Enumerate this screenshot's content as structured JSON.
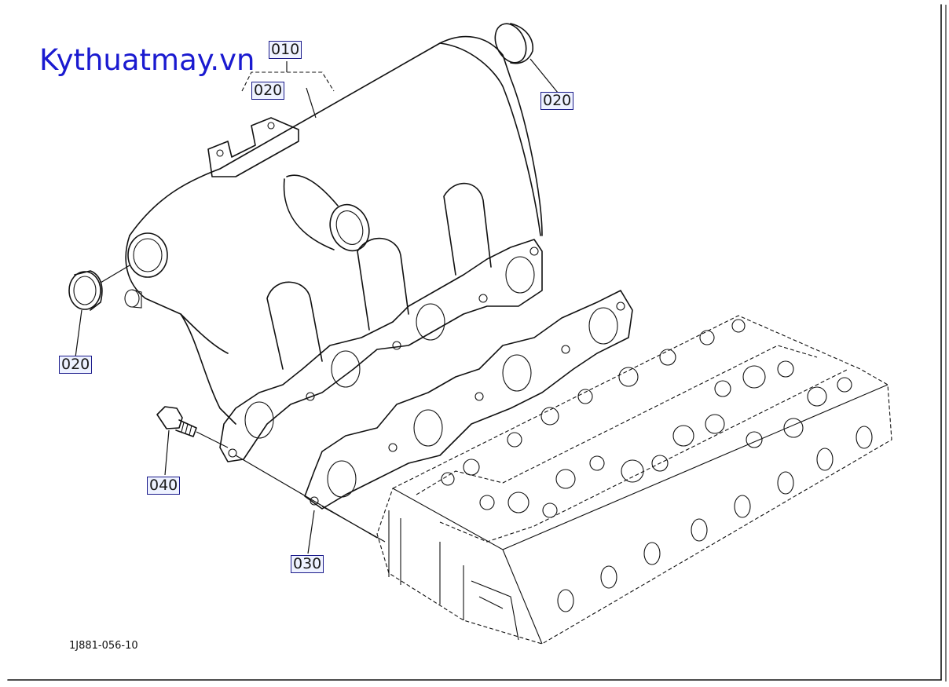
{
  "brand": {
    "text": "Kythuatmay.vn",
    "color": "#1a1ad0"
  },
  "callouts": {
    "assembly": "010",
    "sub_part": "020",
    "plug_right": "020",
    "plug_left": "020",
    "bolt": "040",
    "gasket": "030"
  },
  "figure_code": "1J881-056-10",
  "parts": [
    {
      "code": "010",
      "icon": "intake-manifold-icon"
    },
    {
      "code": "020",
      "icon": "plug-cap-icon"
    },
    {
      "code": "030",
      "icon": "manifold-gasket-icon"
    },
    {
      "code": "040",
      "icon": "flange-bolt-icon"
    }
  ]
}
